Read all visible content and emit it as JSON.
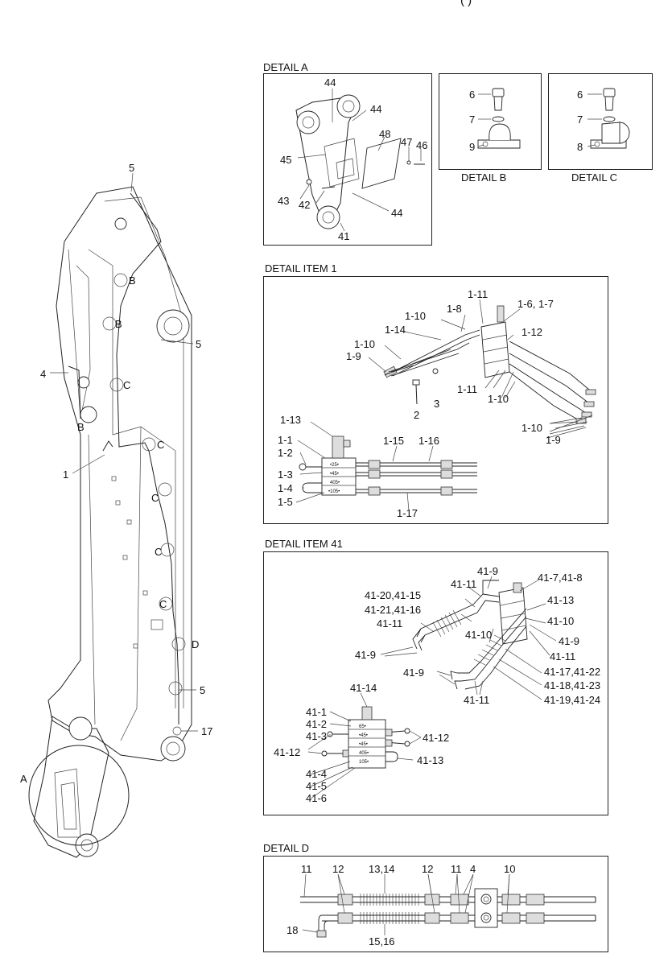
{
  "header_fragment": "(      )",
  "main_view": {
    "labels": [
      "5",
      "B",
      "B",
      "5",
      "4",
      "C",
      "B",
      "1",
      "C",
      "C",
      "C",
      "C",
      "D",
      "5",
      "17",
      "A"
    ]
  },
  "detail_a": {
    "title": "DETAIL A",
    "labels": [
      "44",
      "44",
      "48",
      "47",
      "46",
      "45",
      "43",
      "42",
      "44",
      "41"
    ]
  },
  "detail_b": {
    "title": "DETAIL B",
    "labels": [
      "6",
      "7",
      "9"
    ]
  },
  "detail_c": {
    "title": "DETAIL C",
    "labels": [
      "6",
      "7",
      "8"
    ]
  },
  "detail_item1": {
    "title": "DETAIL ITEM 1",
    "labels": [
      "1-11",
      "1-6, 1-7",
      "1-10",
      "1-8",
      "1-14",
      "1-12",
      "1-10",
      "1-9",
      "1-11",
      "3",
      "1-10",
      "2",
      "1-10",
      "1-9",
      "1-13",
      "1-1",
      "1-15",
      "1-16",
      "1-2",
      "1-3",
      "1-4",
      "1-5",
      "1-17"
    ],
    "valve_marks": [
      "•25•",
      "•45•",
      "405•",
      "•105•"
    ]
  },
  "detail_item41": {
    "title": "DETAIL ITEM 41",
    "labels": [
      "41-9",
      "41-7,41-8",
      "41-20,41-15",
      "41-11",
      "41-13",
      "41-21,41-16",
      "41-10",
      "41-11",
      "41-10",
      "41-9",
      "41-11",
      "41-9",
      "41-17,41-22",
      "41-9",
      "41-18,41-23",
      "41-11",
      "41-19,41-24",
      "41-14",
      "41-1",
      "41-2",
      "41-3",
      "41-12",
      "41-12",
      "41-13",
      "41-4",
      "41-5",
      "41-6"
    ],
    "valve_marks": [
      "65•",
      "•45•",
      "•45•",
      "405•",
      "105•"
    ]
  },
  "detail_d": {
    "title": "DETAIL D",
    "labels": [
      "11",
      "12",
      "13,14",
      "12",
      "11",
      "4",
      "10",
      "18",
      "15,16"
    ]
  }
}
